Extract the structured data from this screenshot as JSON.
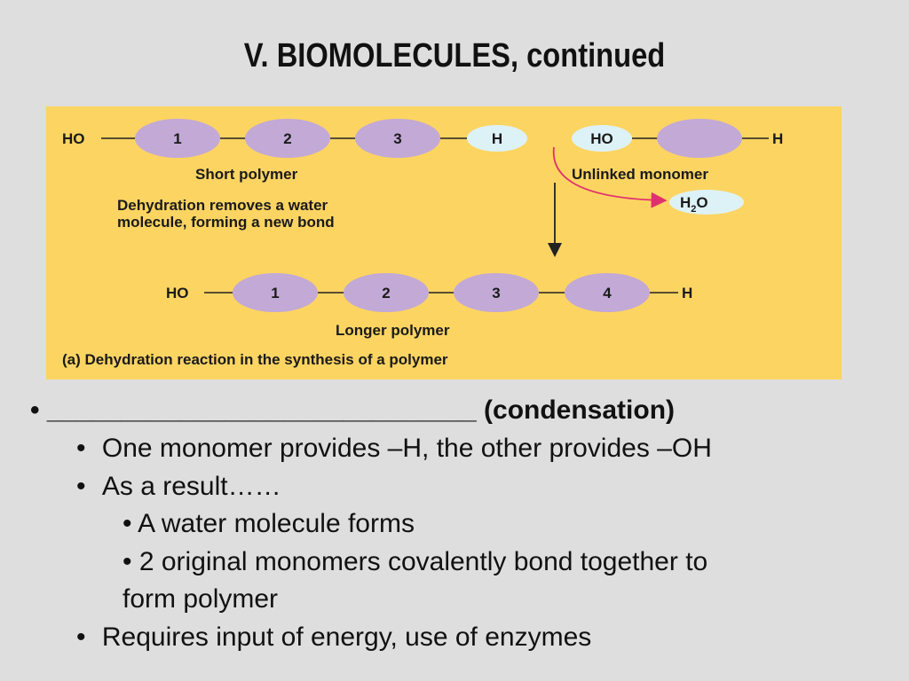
{
  "slide": {
    "title": "V.  BIOMOLECULES, continued"
  },
  "diagram": {
    "short_polymer": {
      "left_group": "HO",
      "monomers": [
        "1",
        "2",
        "3"
      ],
      "right_group": "H",
      "label": "Short polymer"
    },
    "unlinked_monomer": {
      "left_group": "HO",
      "right_group": "H",
      "label": "Unlinked monomer"
    },
    "removal_text": [
      "Dehydration removes a water",
      "molecule, forming a new bond"
    ],
    "water": {
      "base": "H",
      "sub": "2",
      "tail": "O"
    },
    "longer_polymer": {
      "left_group": "HO",
      "monomers": [
        "1",
        "2",
        "3",
        "4"
      ],
      "right_group": "H",
      "label": "Longer polymer"
    },
    "caption": "(a) Dehydration reaction in the synthesis of a polymer",
    "colors": {
      "background": "#fcd462",
      "monomer": "#c2a9d6",
      "hydroxyl_oval": "#ddf2f7",
      "arrow": "#e0306e"
    }
  },
  "bullets": {
    "main": "• _____________________________  (condensation)",
    "sub1": "One monomer provides –H, the other provides –OH",
    "sub2": "As a result……",
    "subsub1": "• A water molecule forms",
    "subsub2_line1": "• 2 original monomers covalently bond together to",
    "subsub2_line2": "form polymer",
    "sub3": "Requires input of energy, use of enzymes",
    "marker": "•"
  }
}
